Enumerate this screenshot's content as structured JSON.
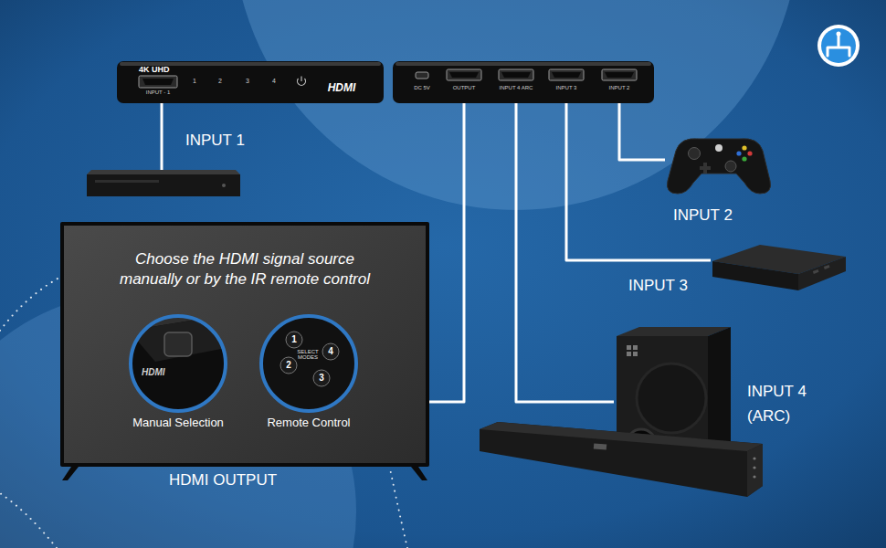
{
  "diagram": {
    "nodes": [
      {
        "text": [
          "4K UHD",
          "INPUT - 1",
          "1",
          "2",
          "3",
          "4",
          "HDMI"
        ]
      },
      {
        "text": [
          "DC 5V",
          "OUTPUT",
          "INPUT 4 ARC",
          "INPUT 3",
          "INPUT 2"
        ]
      },
      {
        "text": [
          "INPUT 1"
        ]
      },
      {
        "text": [
          "INPUT 2"
        ]
      },
      {
        "text": [
          "INPUT 3"
        ]
      },
      {
        "text": [
          "INPUT 4 (ARC)"
        ]
      },
      {
        "text": [
          "Choose the HDMI signal source manually or by the IR remote control",
          "HDMI OUTPUT"
        ]
      },
      {
        "text": [
          "HDMI",
          "Manual Selection"
        ],
        "in": 6
      },
      {
        "text": [
          "1",
          "SELECT MODES",
          "4",
          "2",
          "3",
          "Remote Control"
        ],
        "in": 6
      }
    ],
    "edges": [
      {
        "from": 0,
        "to": 2,
        "arrow": "none"
      },
      {
        "from": 1,
        "to": 6,
        "arrow": "none"
      },
      {
        "from": 1,
        "to": 5,
        "arrow": "none"
      },
      {
        "from": 1,
        "to": 4,
        "arrow": "none"
      },
      {
        "from": 1,
        "to": 3,
        "arrow": "none"
      }
    ]
  }
}
